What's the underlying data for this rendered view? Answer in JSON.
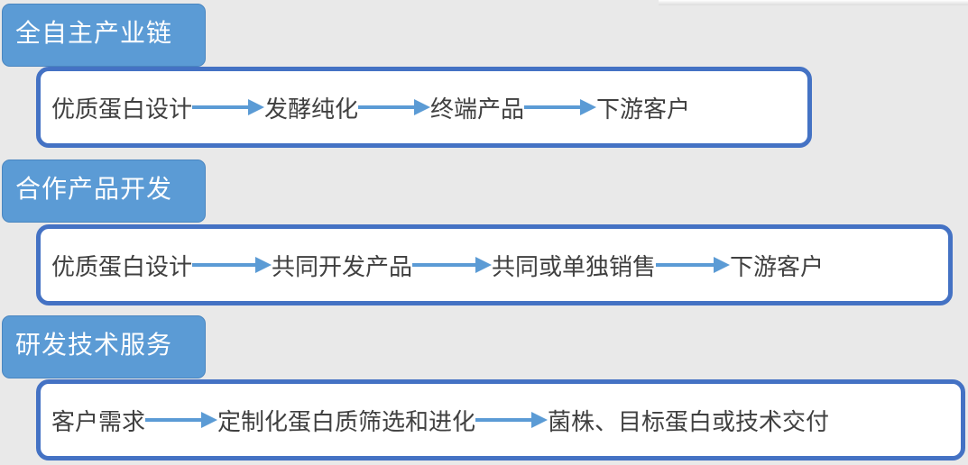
{
  "sections": [
    {
      "title": "全自主产业链",
      "steps": [
        "优质蛋白设计",
        "发酵纯化",
        "终端产品",
        "下游客户"
      ],
      "arrow_widths": [
        80,
        80,
        80
      ]
    },
    {
      "title": "合作产品开发",
      "steps": [
        "优质蛋白设计",
        "共同开发产品",
        "共同或单独销售",
        "下游客户"
      ],
      "arrow_widths": [
        88,
        88,
        82
      ]
    },
    {
      "title": "研发技术服务",
      "steps": [
        "客户需求",
        "定制化蛋白质筛选和进化",
        "菌株、目标蛋白或技术交付"
      ],
      "arrow_widths": [
        80,
        80
      ]
    }
  ],
  "colors": {
    "tab_fill": "#5b9bd5",
    "box_border": "#4472c4",
    "arrow": "#5b9bd5",
    "text": "#404040"
  }
}
